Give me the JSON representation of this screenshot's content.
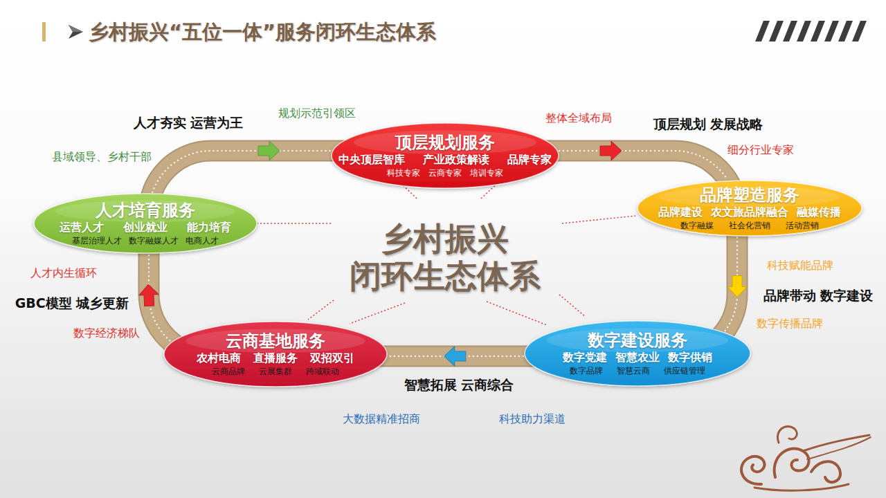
{
  "diagram": {
    "title": "乡村振兴“五位一体”服务闭环生态体系",
    "nodes": [
      {
        "text": [
          "顶层规划服务",
          "中央顶层智库",
          "产业政策解读",
          "品牌专家",
          "科技专家",
          "云商专家",
          "培训专家"
        ]
      },
      {
        "text": [
          "品牌塑造服务",
          "品牌建设",
          "农文旅品牌融合",
          "融媒传播",
          "数字融媒",
          "社会化营销",
          "活动营销"
        ]
      },
      {
        "text": [
          "数字建设服务",
          "数字党建",
          "智慧农业",
          "数字供销",
          "数字品牌",
          "智慧云商",
          "供应链管理"
        ]
      },
      {
        "text": [
          "云商基地服务",
          "农村电商",
          "直播服务",
          "双招双引",
          "云商品牌",
          "云展集群",
          "跨域联动"
        ]
      },
      {
        "text": [
          "人才培育服务",
          "运营人才",
          "创业就业",
          "能力培育",
          "基层治理人才",
          "数字融媒人才",
          "电商人才"
        ]
      }
    ],
    "edges": [
      {
        "from": 0,
        "to": 1,
        "arrow": "to",
        "label": "顶层规划 发展战略"
      },
      {
        "from": 1,
        "to": 2,
        "arrow": "to",
        "label": "品牌带动 数字建设"
      },
      {
        "from": 2,
        "to": 3,
        "arrow": "to",
        "label": "智慧拓展 云商综合"
      },
      {
        "from": 3,
        "to": 4,
        "arrow": "to",
        "label": "GBC模型 城乡更新"
      },
      {
        "from": 4,
        "to": 0,
        "arrow": "to",
        "label": "人才夯实 运营为王"
      }
    ],
    "labels": [
      "规划示范引领区",
      "整体全域布局",
      "县域领导、乡村干部",
      "细分行业专家",
      "乡村振兴 闭环生态体系",
      "科技赋能品牌",
      "人才内生循环",
      "数字传播品牌",
      "数字经济梯队",
      "大数据精准招商",
      "科技助力渠道"
    ]
  }
}
